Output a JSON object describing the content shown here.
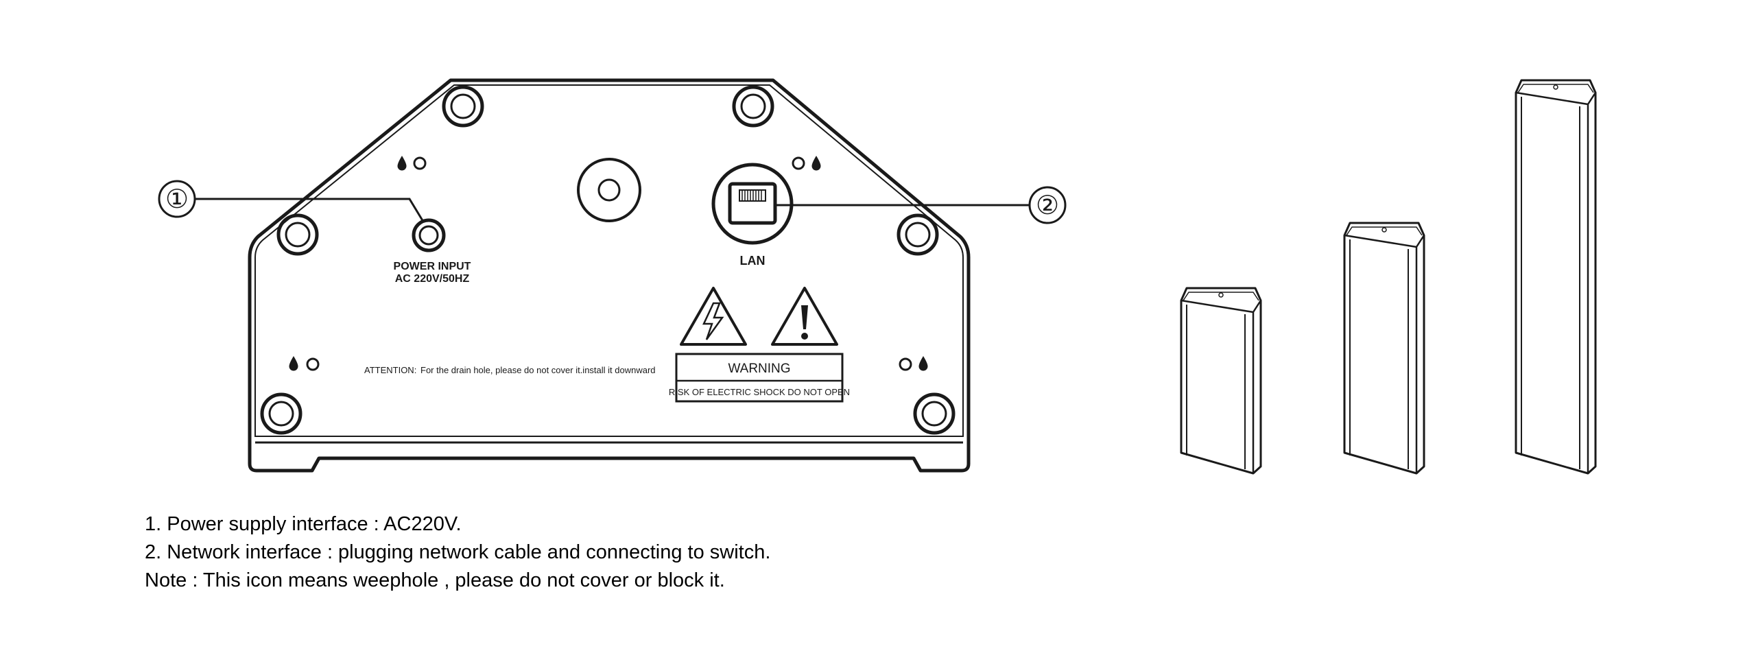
{
  "panel": {
    "callout_1": "①",
    "callout_2": "②",
    "power_label_line1": "POWER INPUT",
    "power_label_line2": "AC  220V/50HZ",
    "lan_label": "LAN",
    "attention_label": "ATTENTION:",
    "attention_text": "For the drain hole, please do not cover it.install it downward",
    "warning_title": "WARNING",
    "warning_subtitle": "RISK OF ELECTRIC SHOCK DO NOT OPEN"
  },
  "notes": [
    "1. Power supply interface : AC220V.",
    "2. Network interface : plugging network cable and connecting to switch.",
    "Note : This icon means weephole , please do not cover or block it."
  ],
  "colors": {
    "line": "#1a1a1a",
    "text": "#000000",
    "background": "#ffffff"
  }
}
